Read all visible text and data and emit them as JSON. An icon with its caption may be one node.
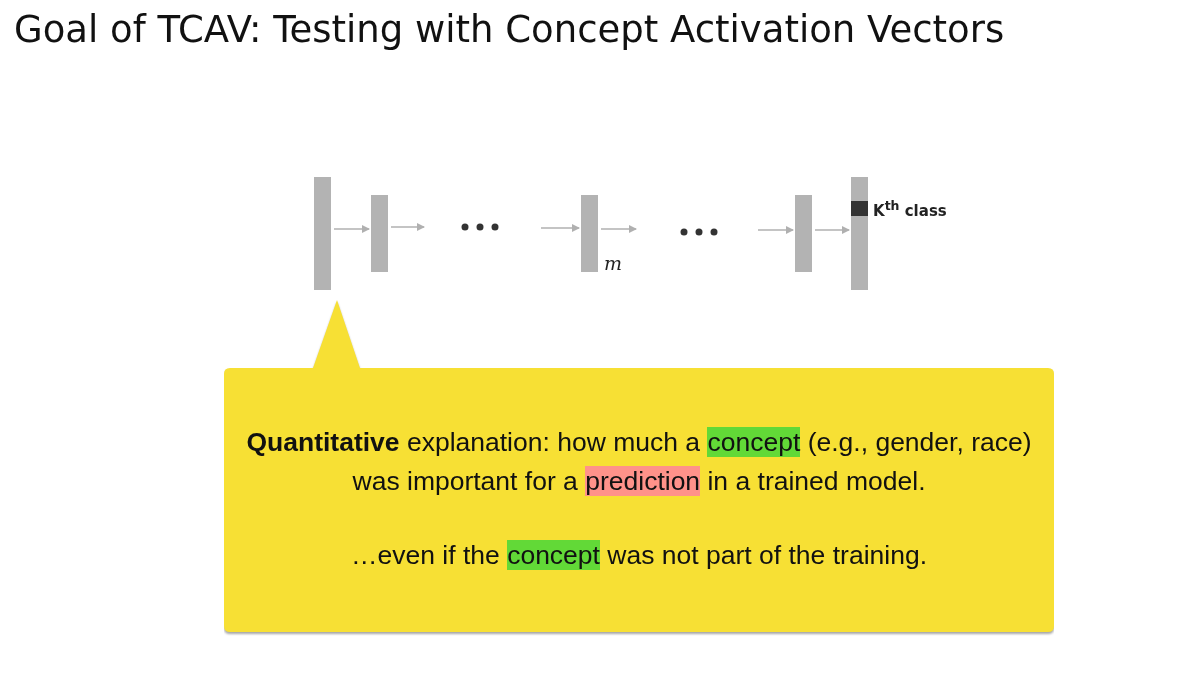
{
  "diagram": {
    "title": "Goal of TCAV: Testing with Concept Activation Vectors",
    "nodes": [
      {
        "text": [],
        "shape": "bar"
      },
      {
        "text": [],
        "shape": "bar"
      },
      {
        "text": [],
        "shape": "bar",
        "beside": [
          "m"
        ]
      },
      {
        "text": [],
        "shape": "bar"
      },
      {
        "text": [],
        "shape": "bar",
        "beside": [
          "K$^{th}$ class"
        ]
      },
      {
        "text": [
          "**Quantitative** explanation: how much a *concept* (e.g., gender, race) was important for a *prediction* in a trained model.",
          "…even if the *concept* was not part of the training."
        ]
      }
    ],
    "edges": [
      {
        "from": 0,
        "to": 1,
        "arrow": "to"
      },
      {
        "from": 1,
        "to": null,
        "arrow": "to"
      },
      {
        "from": null,
        "to": 2,
        "arrow": "to"
      },
      {
        "from": 2,
        "to": null,
        "arrow": "to"
      },
      {
        "from": null,
        "to": 3,
        "arrow": "to"
      },
      {
        "from": 3,
        "to": 4,
        "arrow": "to"
      }
    ]
  }
}
